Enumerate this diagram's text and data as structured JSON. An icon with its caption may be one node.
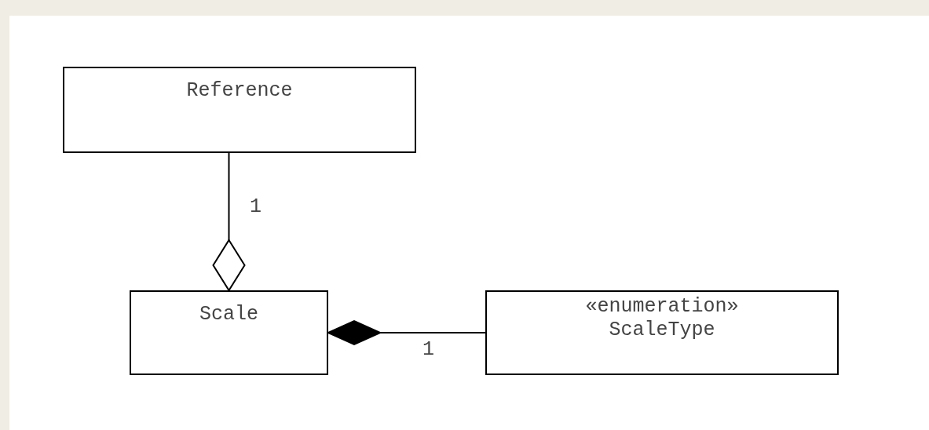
{
  "diagram": {
    "nodes": [
      {
        "text": [
          "Reference"
        ]
      },
      {
        "text": [
          "Scale"
        ]
      },
      {
        "text": [
          "«enumeration»",
          "ScaleType"
        ]
      }
    ],
    "edges": [
      {
        "from": 0,
        "to": 1,
        "arrow": "other",
        "label": "1"
      },
      {
        "from": 2,
        "to": 1,
        "arrow": "other",
        "label": "1"
      }
    ]
  }
}
